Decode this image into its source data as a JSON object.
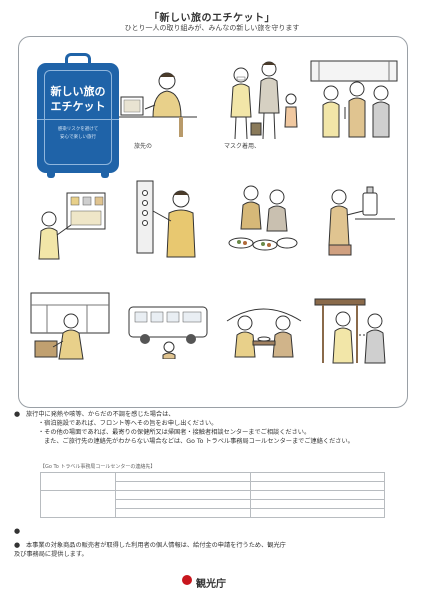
{
  "header": {
    "title": "「新しい旅のエチケット」",
    "subtitle": "ひとり一人の取り組みが、みんなの新しい旅を守ります"
  },
  "suitcase": {
    "title_line1": "新しい旅の",
    "title_line2": "エチケット",
    "sub_line1": "感染リスクを避けて",
    "sub_line2": "安心で楽しい旅行"
  },
  "colors": {
    "suitcase_blue": "#1f63a8",
    "logo_red": "#c8161d",
    "panel_border": "#9aa0a6"
  },
  "etiquette": {
    "row1": [
      {
        "icon": "online-reservation-icon",
        "line1": "旅先の",
        "line2": ""
      },
      {
        "icon": "family-mask-icon",
        "line1": "マスク着用、",
        "line2": ""
      },
      {
        "icon": "train-passengers-icon",
        "line1": "",
        "line2": ""
      }
    ],
    "row2": [
      {
        "icon": "souvenir-shopping-icon",
        "line1": "",
        "line2": ""
      },
      {
        "icon": "elevator-button-icon",
        "line1": "",
        "line2": ""
      },
      {
        "icon": "buffet-dining-icon",
        "line1": "",
        "line2": ""
      },
      {
        "icon": "hand-sanitizer-icon",
        "line1": "",
        "line2": ""
      }
    ],
    "row3": [
      {
        "icon": "hotel-checkin-icon",
        "line1": "",
        "line2": ""
      },
      {
        "icon": "tour-bus-icon",
        "line1": "",
        "line2": ""
      },
      {
        "icon": "outdoor-dining-icon",
        "line1": "",
        "line2": ""
      },
      {
        "icon": "temple-visit-icon",
        "line1": "",
        "line2": ""
      }
    ]
  },
  "notes": {
    "bullet1": "旅行中に発熱や咳等、からだの不調を感じた場合は、",
    "sub1": "・宿泊施設であれば、フロント等へその旨をお申し出ください。",
    "sub2": "・その他の場面であれば、最寄りの保健所又は帰国者・接触者相談センターまでご相談ください。",
    "sub3": "また、ご旅行先の連絡先がわからない場合などは、Go To トラベル事務局コールセンターまでご連絡ください。",
    "bullet2": "",
    "bullet3": "本事業の対象商品の販売者が取得した利用者の個人情報は、給付金の申請を行うため、観光庁",
    "bullet3_cont": "及び事務局に提供します。"
  },
  "contacts": {
    "title": "【Go To トラベル事務局コールセンターの連絡先】",
    "rows": [
      {
        "label": "",
        "col1": "",
        "col2": ""
      },
      {
        "label": "",
        "col1": "",
        "col2": ""
      },
      {
        "label": "",
        "col1": "",
        "col2": ""
      },
      {
        "label": "",
        "col1": "",
        "col2": ""
      },
      {
        "label": "",
        "col1": "",
        "col2": ""
      }
    ]
  },
  "logo": {
    "small": "",
    "name": "観光庁"
  }
}
